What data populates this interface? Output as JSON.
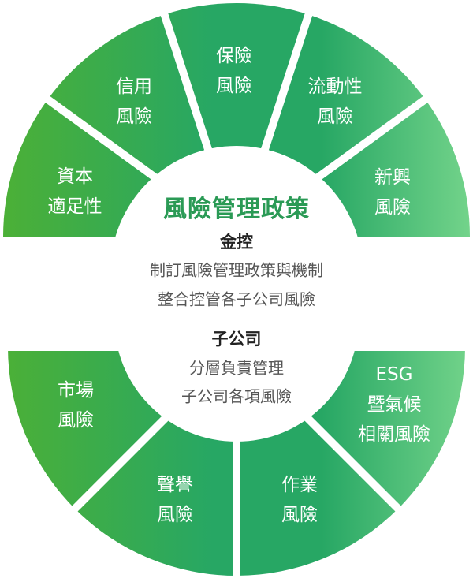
{
  "colors": {
    "grad_start": "#4cb036",
    "grad_mid": "#27a764",
    "grad_end": "#74d48b",
    "title": "#2a9a55"
  },
  "center": {
    "title": "風險管理政策",
    "holding_label": "金控",
    "holding_lines": [
      "制訂風險管理政策與機制",
      "整合控管各子公司風險"
    ],
    "sub_label": "子公司",
    "sub_lines": [
      "分層負責管理",
      "子公司各項風險"
    ]
  },
  "top_segments": [
    {
      "lines": [
        "資本",
        "適足性"
      ]
    },
    {
      "lines": [
        "信用",
        "風險"
      ]
    },
    {
      "lines": [
        "保險",
        "風險"
      ]
    },
    {
      "lines": [
        "流動性",
        "風險"
      ]
    },
    {
      "lines": [
        "新興",
        "風險"
      ]
    }
  ],
  "bottom_segments": [
    {
      "lines": [
        "市場",
        "風險"
      ]
    },
    {
      "lines": [
        "聲譽",
        "風險"
      ]
    },
    {
      "lines": [
        "作業",
        "風險"
      ]
    },
    {
      "lines": [
        "ESG",
        "暨氣候",
        "相關風險"
      ]
    }
  ]
}
